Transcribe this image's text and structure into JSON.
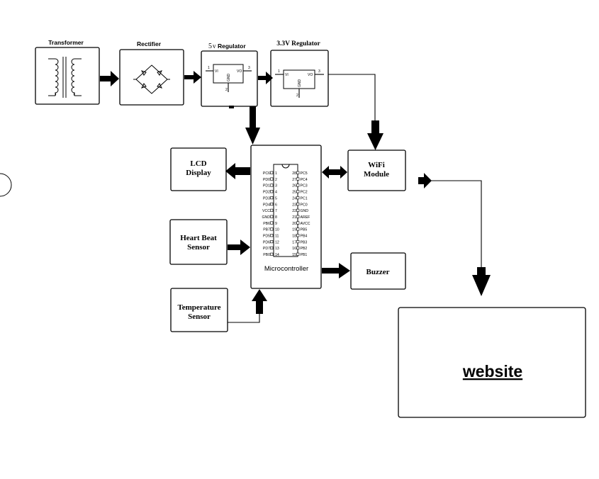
{
  "blocks": {
    "transformer": "Transformer",
    "rectifier": "Rectifier",
    "reg5_prefix": "5",
    "reg5_unit": "v",
    "reg5_suffix": "Regulator",
    "reg33": "3.3V Regulator",
    "lcd_line1": "LCD",
    "lcd_line2": "Display",
    "heart_line1": "Heart Beat",
    "heart_line2": "Sensor",
    "temp_line1": "Temperature",
    "temp_line2": "Sensor",
    "wifi_line1": "WiFi",
    "wifi_line2": "Module",
    "buzzer": "Buzzer",
    "microcontroller": "Microcontroller",
    "website": "website"
  },
  "regulator_pins": {
    "vi": "VI",
    "vo": "VO",
    "gnd": "GND",
    "p1": "1",
    "p2": "2",
    "p3": "3"
  },
  "ic_pins_left": [
    {
      "name": "PC6",
      "num": "1"
    },
    {
      "name": "PD0",
      "num": "2"
    },
    {
      "name": "PD1",
      "num": "3"
    },
    {
      "name": "PD2",
      "num": "4"
    },
    {
      "name": "PD3",
      "num": "5"
    },
    {
      "name": "PD4",
      "num": "6"
    },
    {
      "name": "VCC",
      "num": "7"
    },
    {
      "name": "GND",
      "num": "8"
    },
    {
      "name": "PB6",
      "num": "9"
    },
    {
      "name": "PB7",
      "num": "10"
    },
    {
      "name": "PD5",
      "num": "11"
    },
    {
      "name": "PD6",
      "num": "12"
    },
    {
      "name": "PD7",
      "num": "13"
    },
    {
      "name": "PB0",
      "num": "14"
    }
  ],
  "ic_pins_right": [
    {
      "name": "PC5",
      "num": "28"
    },
    {
      "name": "PC4",
      "num": "27"
    },
    {
      "name": "PC3",
      "num": "26"
    },
    {
      "name": "PC2",
      "num": "25"
    },
    {
      "name": "PC1",
      "num": "24"
    },
    {
      "name": "PC0",
      "num": "23"
    },
    {
      "name": "GND",
      "num": "22"
    },
    {
      "name": "AREF",
      "num": "21"
    },
    {
      "name": "AVCC",
      "num": "20"
    },
    {
      "name": "PB5",
      "num": "19"
    },
    {
      "name": "PB4",
      "num": "18"
    },
    {
      "name": "PB3",
      "num": "17"
    },
    {
      "name": "PB2",
      "num": "16"
    },
    {
      "name": "PB1",
      "num": "15"
    }
  ]
}
